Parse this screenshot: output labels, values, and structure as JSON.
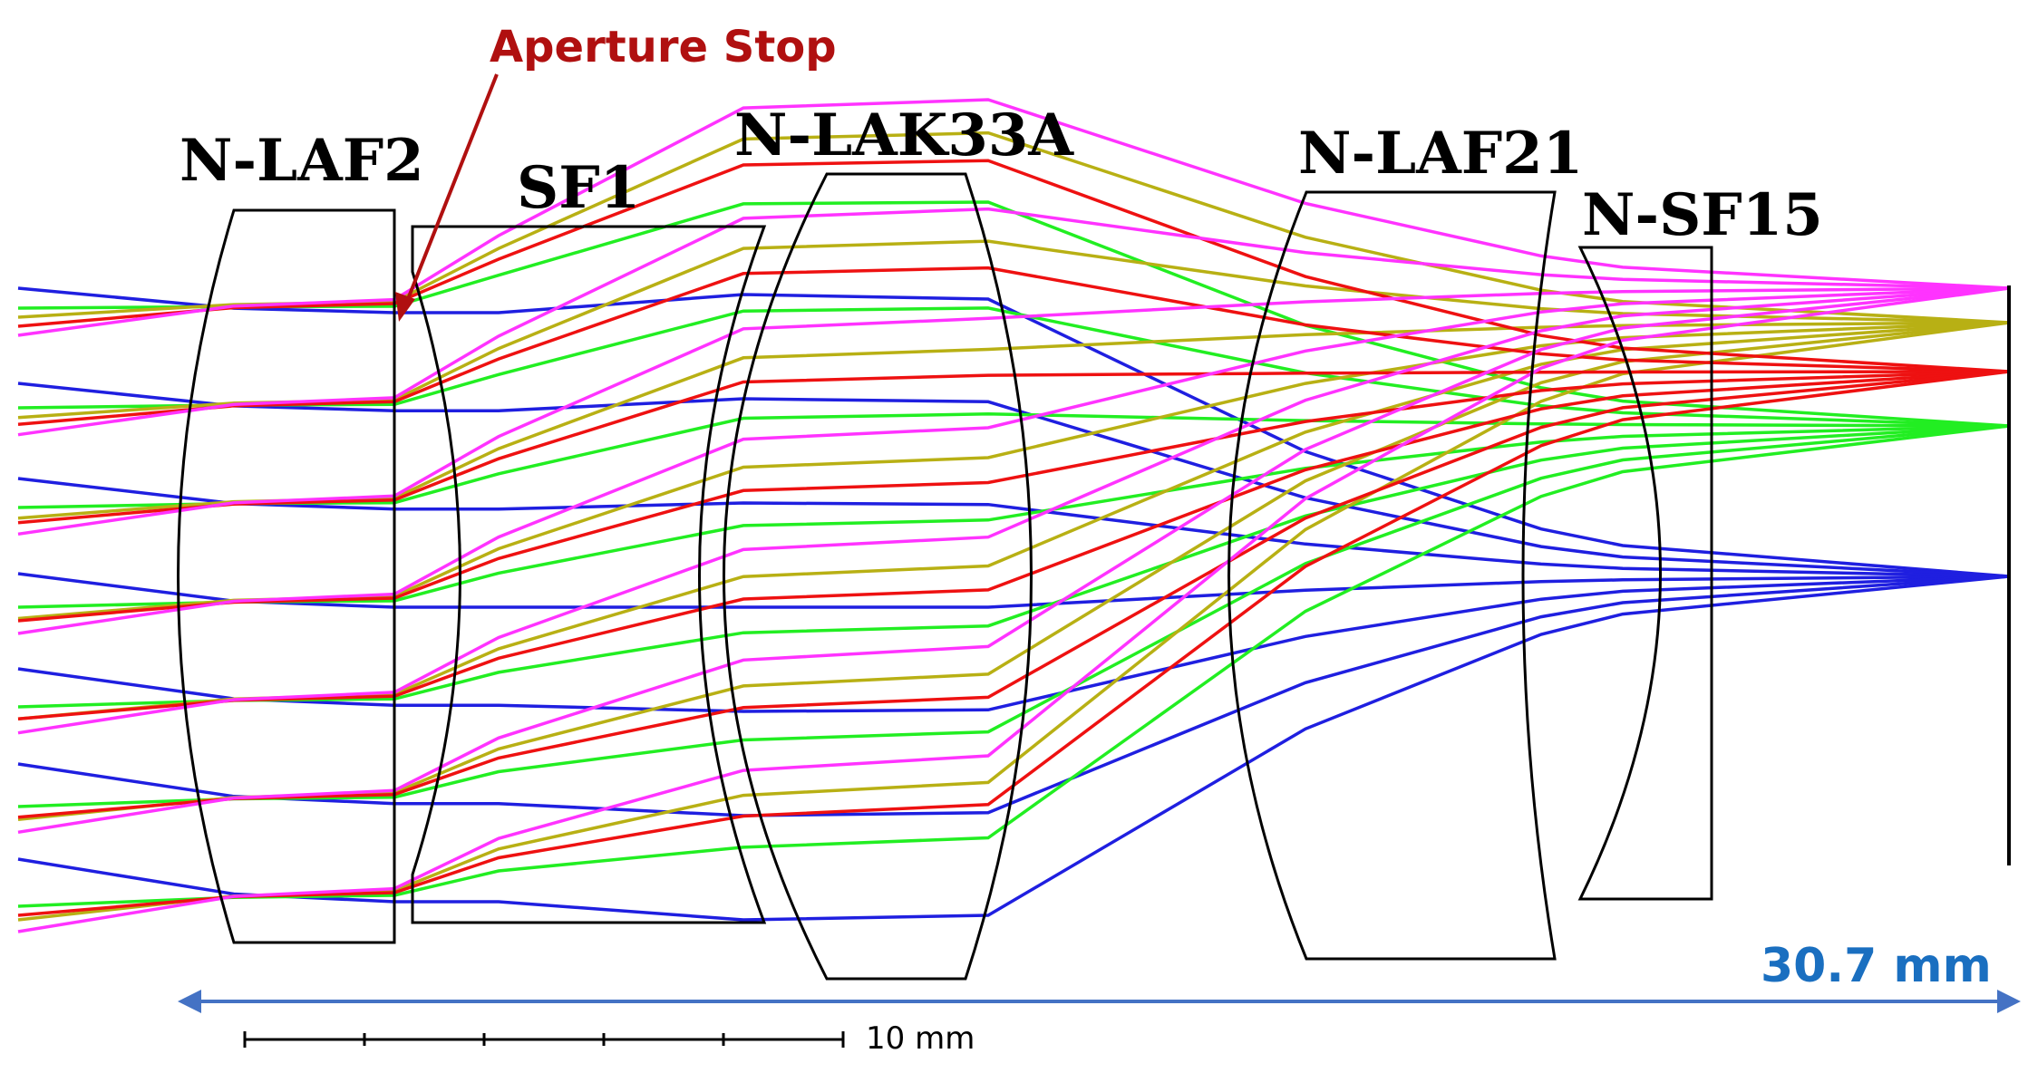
{
  "lenses": [
    {
      "material": "N-LAF2"
    },
    {
      "material": "SF1"
    },
    {
      "material": "N-LAK33A"
    },
    {
      "material": "N-LAF21"
    },
    {
      "material": "N-SF15"
    }
  ],
  "aperture_stop": {
    "label": "Aperture Stop",
    "color": "#b01010"
  },
  "total_length": {
    "label": "30.7 mm",
    "color": "#1a6fc0",
    "arrow_color": "#4472c4"
  },
  "scale_bar": {
    "label": "10 mm"
  },
  "ray_colors": {
    "blue": "#1f1fe0",
    "green": "#22ee22",
    "red": "#ee1111",
    "olive": "#b8b014",
    "magenta": "#ff33ff"
  }
}
